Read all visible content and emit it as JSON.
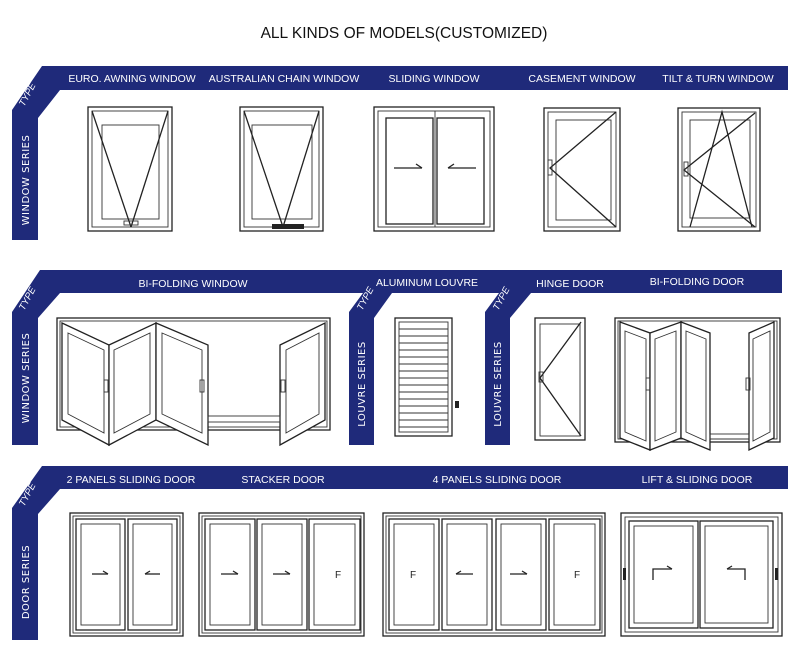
{
  "title": "ALL KINDS OF MODELS(CUSTOMIZED)",
  "brand_color": "#1f2a7a",
  "rows": [
    {
      "series_label": "WINDOW SERIES",
      "type_label": "TYPE",
      "items": [
        "EURO. AWNING WINDOW",
        "AUSTRALIAN CHAIN WINDOW",
        "SLIDING WINDOW",
        "CASEMENT WINDOW",
        "TILT & TURN WINDOW"
      ]
    },
    {
      "series_label": "WINDOW SERIES",
      "type_label": "TYPE",
      "items": [
        "BI-FOLDING WINDOW"
      ],
      "louvre_series_label": "LOUVRE SERIES",
      "louvre_type_label": "TYPE",
      "louvre_items": [
        "ALUMINUM LOUVRE"
      ],
      "door_group_series_label": "LOUVRE SERIES",
      "door_group_type_label": "TYPE",
      "door_group_items": [
        "HINGE DOOR",
        "BI-FOLDING DOOR"
      ]
    },
    {
      "series_label": "DOOR SERIES",
      "type_label": "TYPE",
      "items": [
        "2 PANELS SLIDING DOOR",
        "STACKER DOOR",
        "4 PANELS SLIDING DOOR",
        "LIFT & SLIDING DOOR"
      ]
    }
  ],
  "panel_marks": {
    "fixed": "F"
  }
}
